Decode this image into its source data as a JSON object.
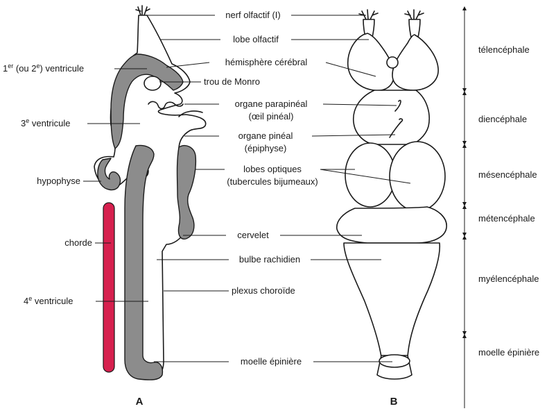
{
  "panels": {
    "a": "A",
    "b": "B"
  },
  "labels_center": {
    "nerf_olfactif": "nerf olfactif (I)",
    "lobe_olfactif": "lobe olfactif",
    "hemisphere": "hémisphère cérébral",
    "trou_monro": "trou de Monro",
    "organe_parapineal_1": "organe parapinéal",
    "organe_parapineal_2": "(œil pinéal)",
    "organe_pineal_1": "organe pinéal",
    "organe_pineal_2": "(épiphyse)",
    "lobes_optiques_1": "lobes optiques",
    "lobes_optiques_2": "(tubercules bijumeaux)",
    "cervelet": "cervelet",
    "bulbe": "bulbe rachidien",
    "plexus": "plexus choroïde",
    "moelle": "moelle épinière"
  },
  "labels_left": {
    "ventricule1_pre": "1",
    "ventricule1_sup": "er",
    "ventricule1_mid": " (ou 2",
    "ventricule1_sup2": "e",
    "ventricule1_post": ") ventricule",
    "ventricule3_pre": "3",
    "ventricule3_sup": "e",
    "ventricule3_post": " ventricule",
    "hypophyse": "hypophyse",
    "chorde": "chorde",
    "ventricule4_pre": "4",
    "ventricule4_sup": "e",
    "ventricule4_post": " ventricule"
  },
  "regions": {
    "telencephale": "télencéphale",
    "diencephale": "diencéphale",
    "mesencephale": "mésencéphale",
    "metencephale": "métencéphale",
    "myelencephale": "myélencéphale",
    "moelle": "moelle épinière"
  },
  "colors": {
    "gray": "#8c8c8c",
    "red": "#d6204e",
    "ink": "#1a1a1a"
  }
}
